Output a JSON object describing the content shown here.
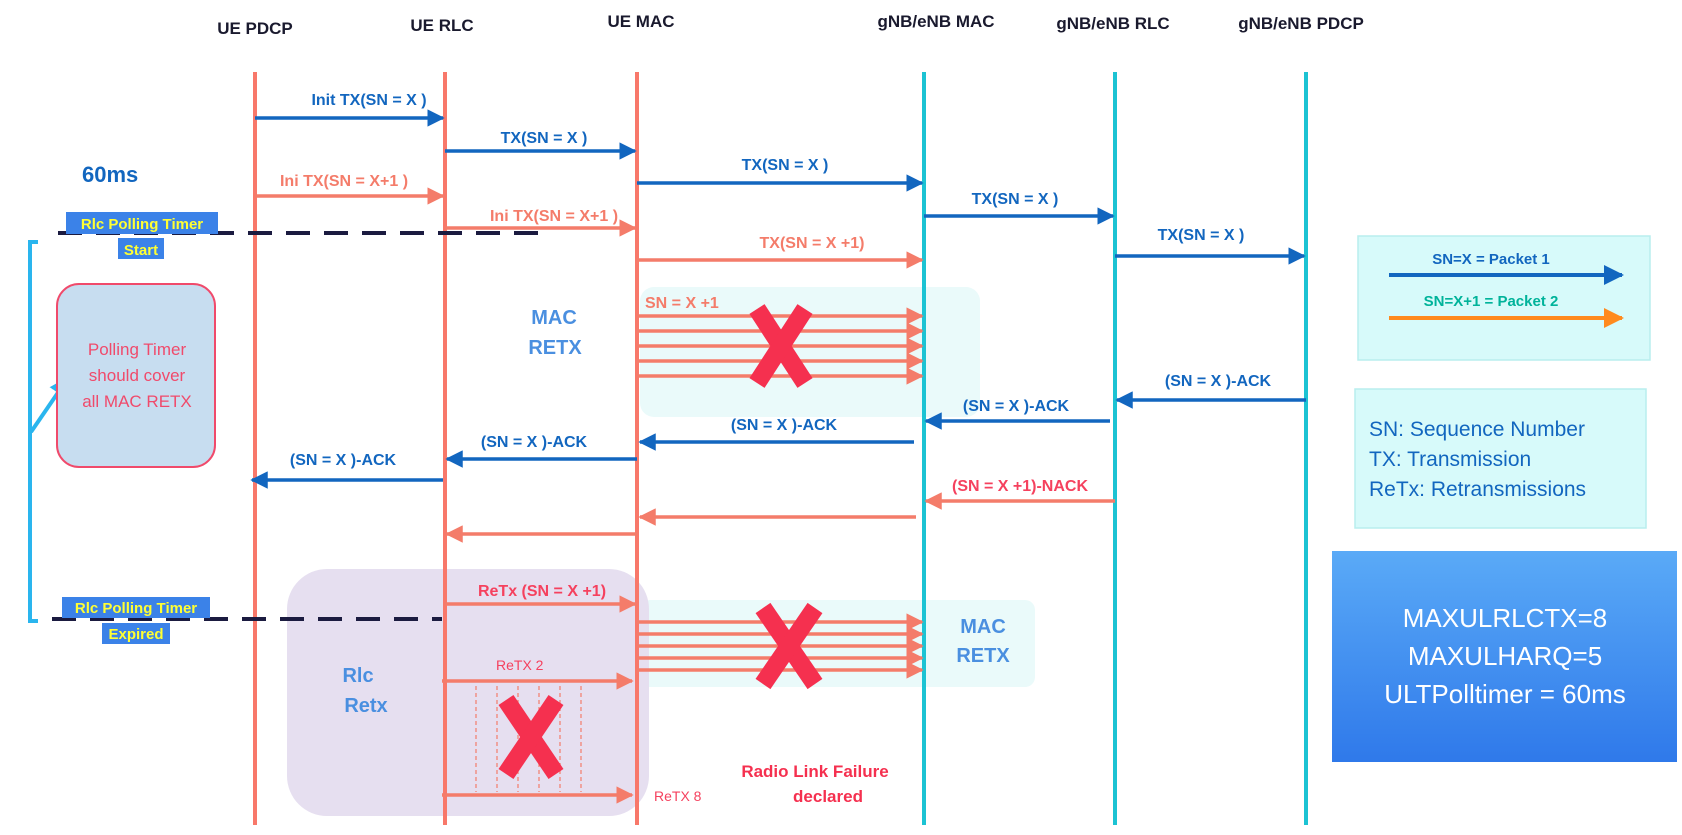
{
  "colors": {
    "ue_line": "#f8786a",
    "gnb_line": "#1cc3d3",
    "blue_msg": "#1266bf",
    "salmon_msg": "#f47c6a",
    "red_msg": "#f5415e",
    "cross": "#f5304f",
    "light_blue_text": "#4a8fe0",
    "legend_orange": "#ff8a1e",
    "legend_teal": "#00b39a",
    "highlight_bg": "#3b82e8",
    "highlight_text": "#ffff33"
  },
  "headers": {
    "ue_pdcp": "UE PDCP",
    "ue_rlc": "UE RLC",
    "ue_mac": "UE MAC",
    "gnb_mac": "gNB/eNB MAC",
    "gnb_rlc": "gNB/eNB RLC",
    "gnb_pdcp": "gNB/eNB PDCP"
  },
  "timer_label": "60ms",
  "polling_start": {
    "line1": "Rlc Polling Timer",
    "line2": "Start"
  },
  "polling_expired": {
    "line1": "Rlc Polling Timer",
    "line2": "Expired"
  },
  "note": {
    "line1": "Polling Timer",
    "line2": "should cover",
    "line3": "all MAC RETX"
  },
  "messages": {
    "init_tx": "Init TX(SN = X )",
    "tx_rlc_mac": "TX(SN = X )",
    "tx_mac_gnb": "TX(SN = X )",
    "tx_gnb_mac_rlc": "TX(SN = X )",
    "tx_gnb_rlc_pdcp": "TX(SN = X )",
    "ini_tx_x1": "Ini TX(SN = X+1 )",
    "ini_tx_x1_rlc": "Ini  TX(SN = X+1 )",
    "tx_x1": "TX(SN = X +1)",
    "sn_x1": "SN = X +1",
    "ack_pdcp_rlc": "(SN = X )-ACK",
    "ack_rlc_mac": "(SN = X )-ACK",
    "ack_mac_ue": "(SN = X )-ACK",
    "ack_ue_mac_rlc": "(SN = X )-ACK",
    "ack_ue_rlc_pdcp": "(SN = X )-ACK",
    "nack": "(SN = X +1)-NACK",
    "retx_x1": "ReTx (SN = X +1)",
    "retx2": "ReTX 2",
    "retx8": "ReTX 8"
  },
  "mac_retx_1": {
    "line1": "MAC",
    "line2": "RETX"
  },
  "mac_retx_2": {
    "line1": "MAC",
    "line2": "RETX"
  },
  "rlc_retx": {
    "line1": "Rlc",
    "line2": "Retx"
  },
  "rlf": {
    "line1": "Radio Link Failure",
    "line2": "declared"
  },
  "legend": {
    "packet1": "SN=X = Packet 1",
    "packet2": "SN=X+1 = Packet 2"
  },
  "definitions": {
    "sn": "SN: Sequence Number",
    "tx": "TX: Transmission",
    "retx": "ReTx: Retransmissions"
  },
  "params": {
    "rlctx": "MAXULRLCTX=8",
    "harq": "MAXULHARQ=5",
    "polltimer": "ULTPolltimer = 60ms"
  }
}
